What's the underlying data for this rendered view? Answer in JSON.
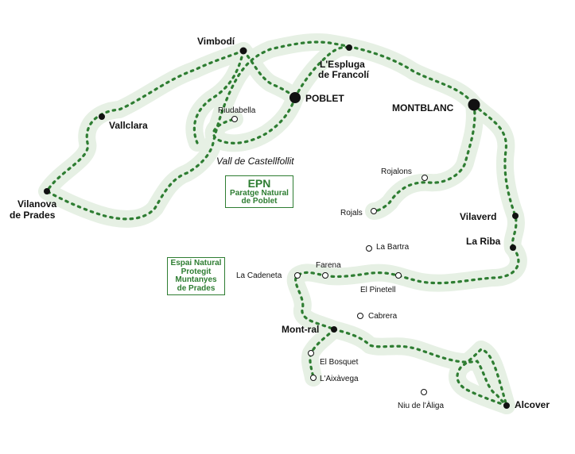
{
  "colors": {
    "route": "#2e7d32",
    "halo": "#e6f0e4",
    "town": "#111111",
    "box": "#2e7d32"
  },
  "places": {
    "vimbodi": "Vimbodí",
    "espluga_1": "L'Espluga",
    "espluga_2": "de Francolí",
    "poblet": "POBLET",
    "montblanc": "MONTBLANC",
    "vallclara": "Vallclara",
    "riudabella": "Riudabella",
    "vilanova_1": "Vilanova",
    "vilanova_2": "de Prades",
    "rojalons": "Rojalons",
    "rojals": "Rojals",
    "vilaverd": "Vilaverd",
    "la_riba": "La Riba",
    "la_bartra": "La Bartra",
    "la_cadeneta": "La Cadeneta",
    "farena": "Farena",
    "el_pinetell": "El Pinetell",
    "cabrera": "Cabrera",
    "mont_ral": "Mont-ral",
    "el_bosquet": "El Bosquet",
    "l_aixavega": "L'Aixàvega",
    "niu_de_l_aliga": "Niu de l'Àliga",
    "alcover": "Alcover"
  },
  "valley_label": "Vall de Castellfollit",
  "epn_box": {
    "line1": "EPN",
    "line2": "Paratge Natural",
    "line3": "de Poblet"
  },
  "prades_box": {
    "line1": "Espai Natural",
    "line2": "Protegit",
    "line3": "Muntanyes",
    "line4": "de Prades"
  }
}
